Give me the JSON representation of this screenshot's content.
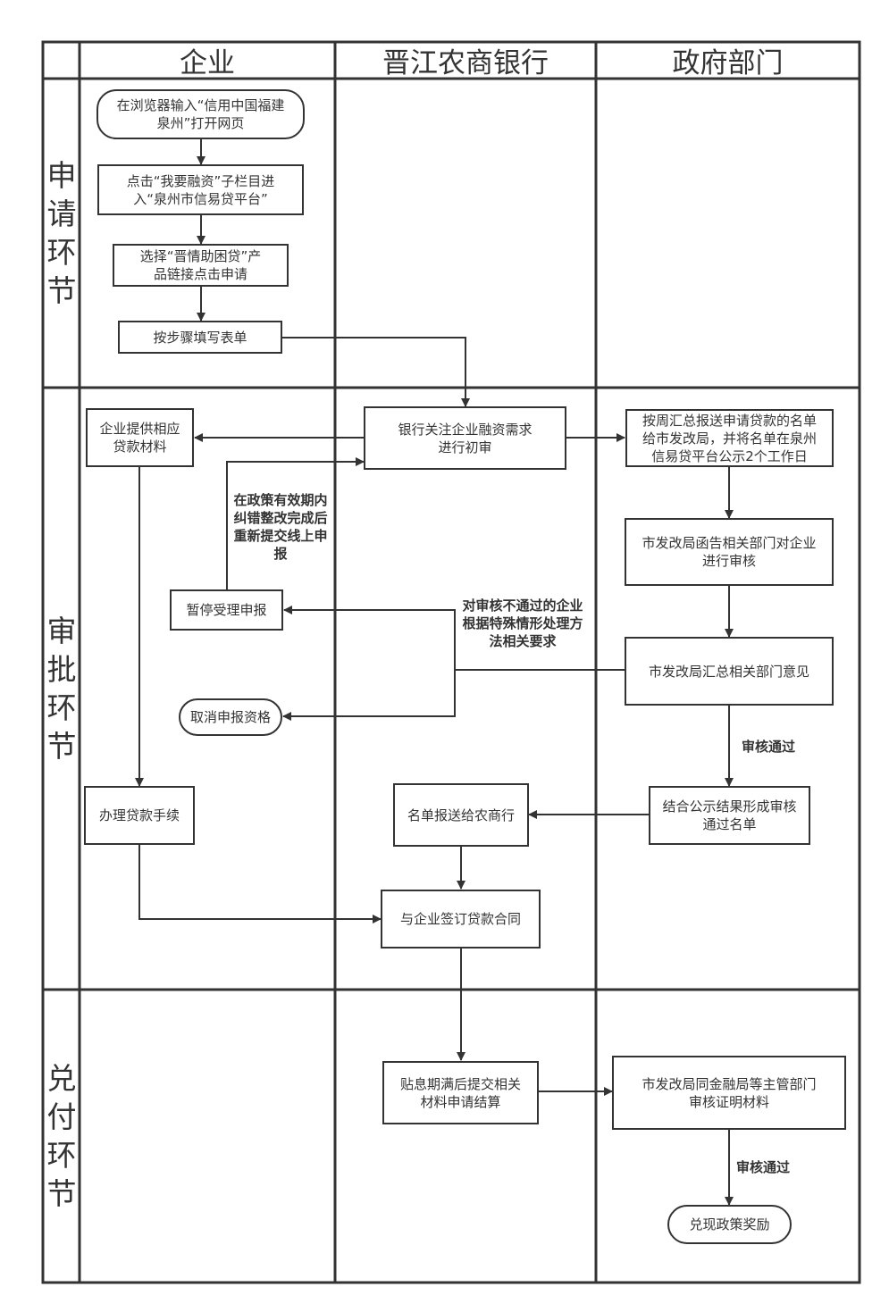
{
  "lanes": [
    "企业",
    "晋江农商银行",
    "政府部门"
  ],
  "phases": [
    "申请环节",
    "审批环节",
    "兑付环节"
  ],
  "nodes": {
    "open_browser": "在浏览器输入“信用中国福建\n泉州”打开网页",
    "click_financing": "点击“我要融资”子栏目进\n入“泉州市信易贷平台”",
    "select_product": "选择“晋情助困贷”产\n品链接点击申请",
    "fill_form": "按步骤填写表单",
    "bank_review": "银行关注企业融资需求\n进行初审",
    "provide_materials": "企业提供相应\n贷款材料",
    "weekly_report": "按周汇总报送申请贷款的名单\n给市发改局，并将名单在泉州\n信易贷平台公示2个工作日",
    "dept_review": "市发改局函告相关部门对企业\n进行审核",
    "summarize_opinions": "市发改局汇总相关部门意见",
    "suspend": "暂停受理申报",
    "cancel": "取消申报资格",
    "approved_list": "结合公示结果形成审核\n通过名单",
    "send_list": "名单报送给农商行",
    "loan_procedures": "办理贷款手续",
    "sign_contract": "与企业签订贷款合同",
    "submit_settlement": "贴息期满后提交相关\n材料申请结算",
    "verify_materials": "市发改局同金融局等主管部门\n审核证明材料",
    "redeem_reward": "兑现政策奖励"
  },
  "edge_labels": {
    "resubmit": "在政策有效期内\n纠错整改完成后\n重新提交线上申\n报",
    "reject": "对审核不通过的企业\n根据特殊情形处理方\n法相关要求",
    "approved_1": "审核通过",
    "approved_2": "审核通过"
  },
  "colors": {
    "stroke": "#333333",
    "background": "#ffffff"
  }
}
